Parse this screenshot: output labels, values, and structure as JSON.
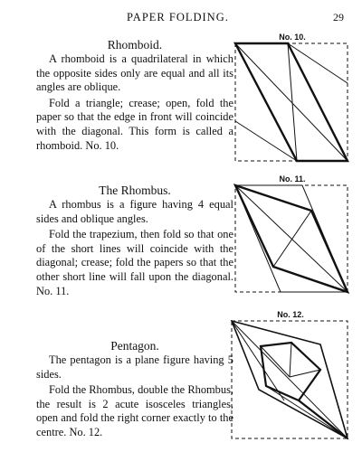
{
  "header": {
    "title": "PAPER FOLDING.",
    "page_number": "29"
  },
  "sections": [
    {
      "title": "Rhomboid.",
      "paragraphs": [
        "A rhomboid is a quadrilateral in which the opposite sides only are equal and all its angles are oblique.",
        "Fold a triangle; crease; open, fold the paper so that the edge in front will coincide with the diagonal. This form is called a rhomboid. No. 10."
      ],
      "figure_label": "No. 10."
    },
    {
      "title": "The Rhombus.",
      "paragraphs": [
        "A rhombus is a figure having 4 equal sides and oblique angles.",
        "Fold the trapezium, then fold so that one of the short lines will coincide with the diagonal; crease; fold the papers so that the other short line will fall upon the diagonal. No. 11."
      ],
      "figure_label": "No. 11."
    },
    {
      "title": "Pentagon.",
      "paragraphs": [
        "The pentagon is a plane figure having 5 sides.",
        "Fold the Rhombus, double the Rhombus, the result is 2 acute isosceles triangles, open and fold the right corner exactly to the centre. No. 12."
      ],
      "figure_label": "No. 12."
    }
  ]
}
